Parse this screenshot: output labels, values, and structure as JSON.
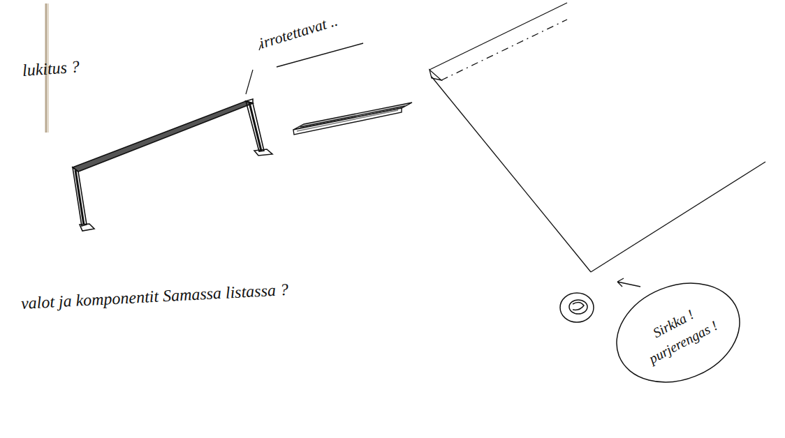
{
  "diagram": {
    "nodes": [
      {
        "text": [
          "Sirkka ! purjerengas !"
        ]
      }
    ],
    "labels": [
      "lukitus ?",
      "irrotettavat ..",
      "valot ja komponentit Samassa listassa ?"
    ]
  }
}
